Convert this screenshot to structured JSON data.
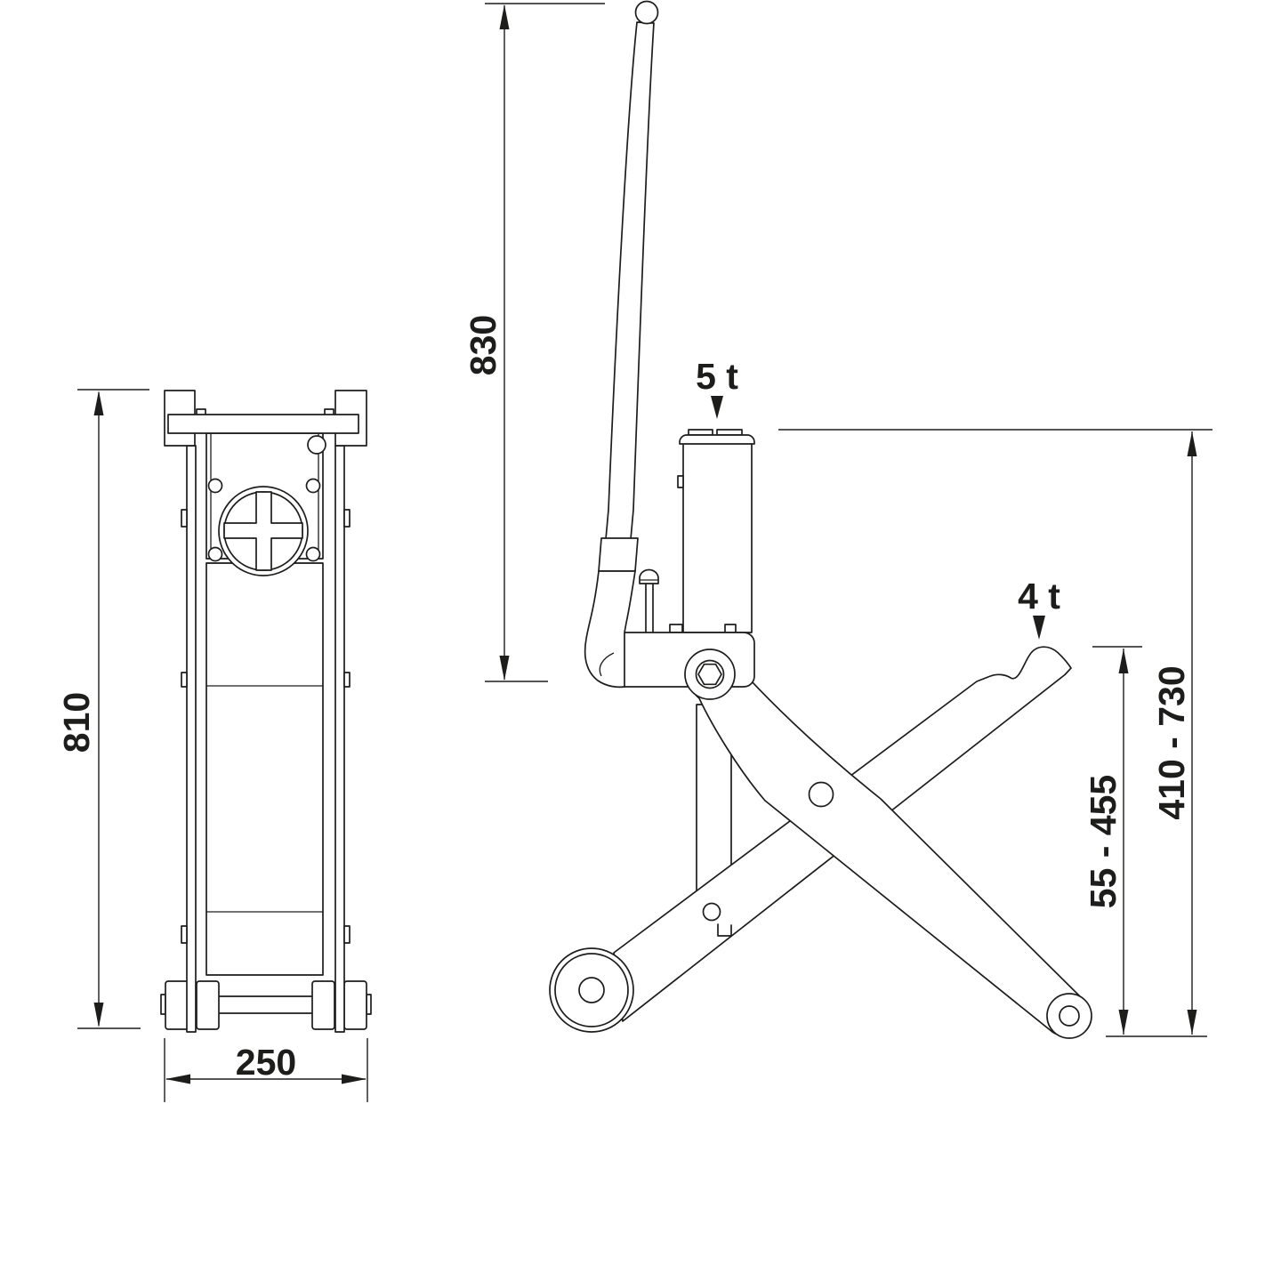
{
  "drawing": {
    "colors": {
      "line": "#1d1d1b",
      "background": "#ffffff"
    },
    "front_view": {
      "height_label": "810",
      "width_label": "250"
    },
    "side_view": {
      "handle_height_label": "830",
      "cylinder_capacity_label": "5 t",
      "saddle_capacity_label": "4 t",
      "saddle_height_range_label": "55 - 455",
      "lift_height_range_label": "410 - 730"
    }
  }
}
